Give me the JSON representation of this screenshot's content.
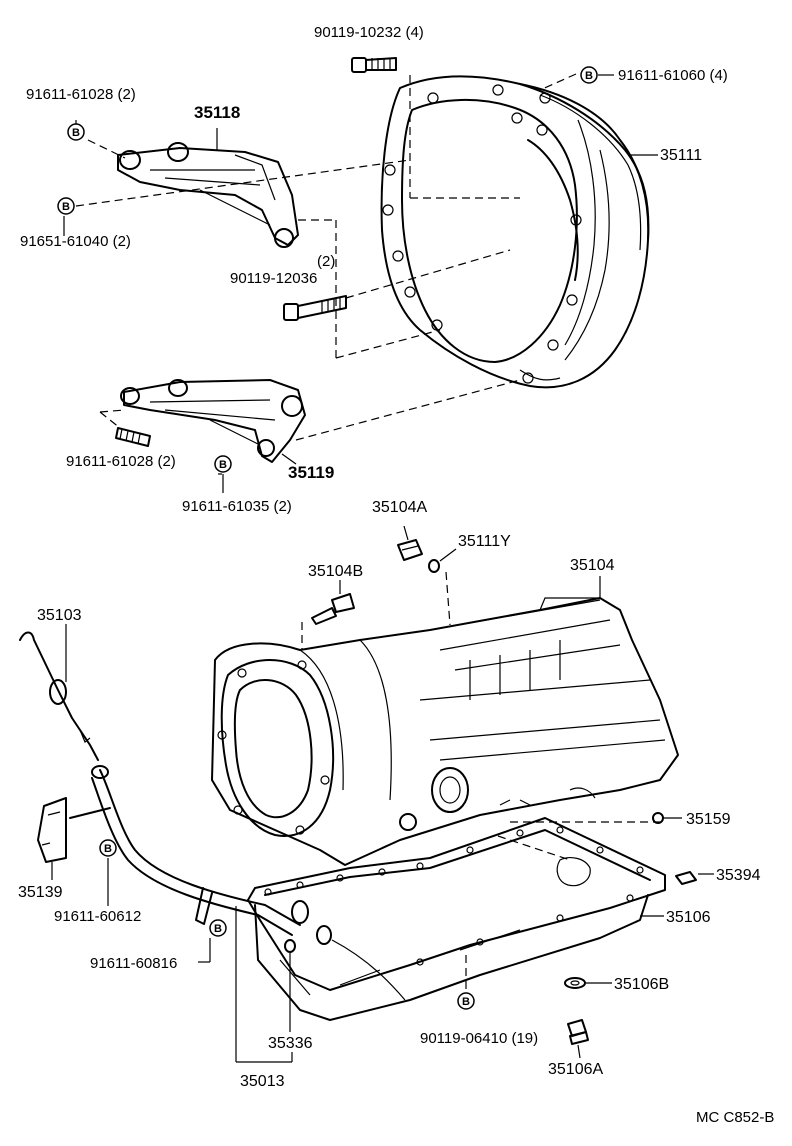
{
  "badge_letter": "B",
  "labels": {
    "p_90119_10232": "90119-10232 (4)",
    "p_91611_61060": "91611-61060 (4)",
    "p_91611_61028_top": "91611-61028 (2)",
    "p_35118": "35118",
    "p_35111": "35111",
    "p_91651_61040": "91651-61040 (2)",
    "p_qty2": "(2)",
    "p_90119_12036": "90119-12036",
    "p_91611_61028_mid": "91611-61028 (2)",
    "p_35119": "35119",
    "p_91611_61035": "91611-61035 (2)",
    "p_35104A": "35104A",
    "p_35111Y": "35111Y",
    "p_35104B": "35104B",
    "p_35104": "35104",
    "p_35103": "35103",
    "p_35159": "35159",
    "p_35394": "35394",
    "p_35139": "35139",
    "p_91611_60612": "91611-60612",
    "p_35106": "35106",
    "p_91611_60816": "91611-60816",
    "p_35106B": "35106B",
    "p_35336": "35336",
    "p_90119_06410": "90119-06410 (19)",
    "p_35013": "35013",
    "p_35106A": "35106A",
    "catalog_code": "MC C852-B"
  }
}
